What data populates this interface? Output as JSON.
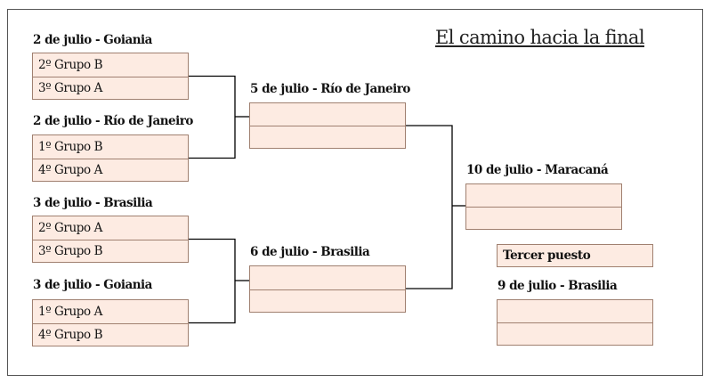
{
  "title": "El camino hacia la final",
  "quarterfinals": [
    {
      "label": "2 de julio - Goiania",
      "teams": [
        "2º Grupo B",
        "3º Grupo A"
      ]
    },
    {
      "label": "2 de julio - Río de Janeiro",
      "teams": [
        "1º Grupo B",
        "4º Grupo A"
      ]
    },
    {
      "label": "3 de julio - Brasilia",
      "teams": [
        "2º Grupo A",
        "3º Grupo B"
      ]
    },
    {
      "label": "3 de julio - Goiania",
      "teams": [
        "1º Grupo A",
        "4º Grupo B"
      ]
    }
  ],
  "semifinals": [
    {
      "label": "5 de julio - Río de Janeiro",
      "teams": [
        "",
        ""
      ]
    },
    {
      "label": "6 de julio - Brasilia",
      "teams": [
        "",
        ""
      ]
    }
  ],
  "final": {
    "label": "10 de julio - Maracaná",
    "teams": [
      "",
      ""
    ]
  },
  "third_place": {
    "heading": "Tercer puesto",
    "label": "9 de julio - Brasilia",
    "teams": [
      "",
      ""
    ]
  },
  "colors": {
    "box_fill": "#fdebe2",
    "box_border": "#a08070",
    "connector": "#000000"
  }
}
